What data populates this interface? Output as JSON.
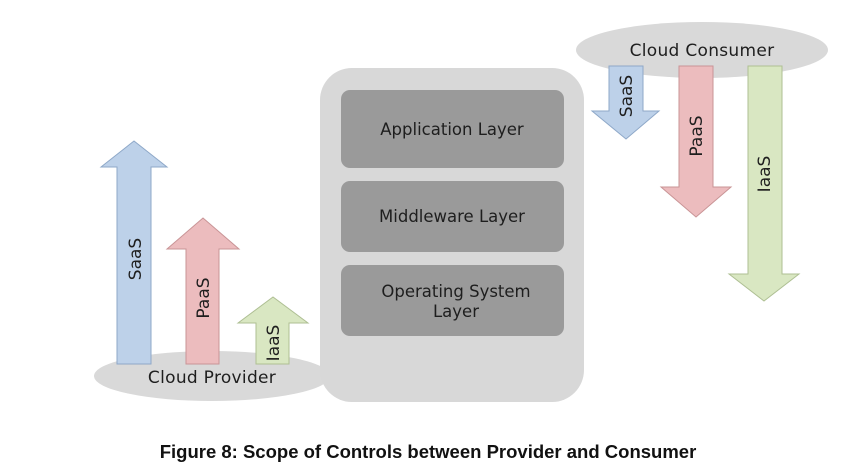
{
  "provider": {
    "label": "Cloud Provider",
    "arrows": {
      "saas": "SaaS",
      "paas": "PaaS",
      "iaas": "IaaS"
    }
  },
  "consumer": {
    "label": "Cloud Consumer",
    "arrows": {
      "saas": "SaaS",
      "paas": "PaaS",
      "iaas": "IaaS"
    }
  },
  "stack": {
    "layers": [
      "Application Layer",
      "Middleware Layer",
      "Operating System",
      "Layer"
    ]
  },
  "caption": "Figure 8: Scope of Controls between Provider and Consumer",
  "colors": {
    "saas": "#bdd1e9",
    "paas": "#ecbcbe",
    "iaas": "#d9e7c2",
    "ellipse": "#d9d9d9",
    "stack_bg": "#d8d8d8",
    "layer_bg": "#9a9a9a"
  }
}
